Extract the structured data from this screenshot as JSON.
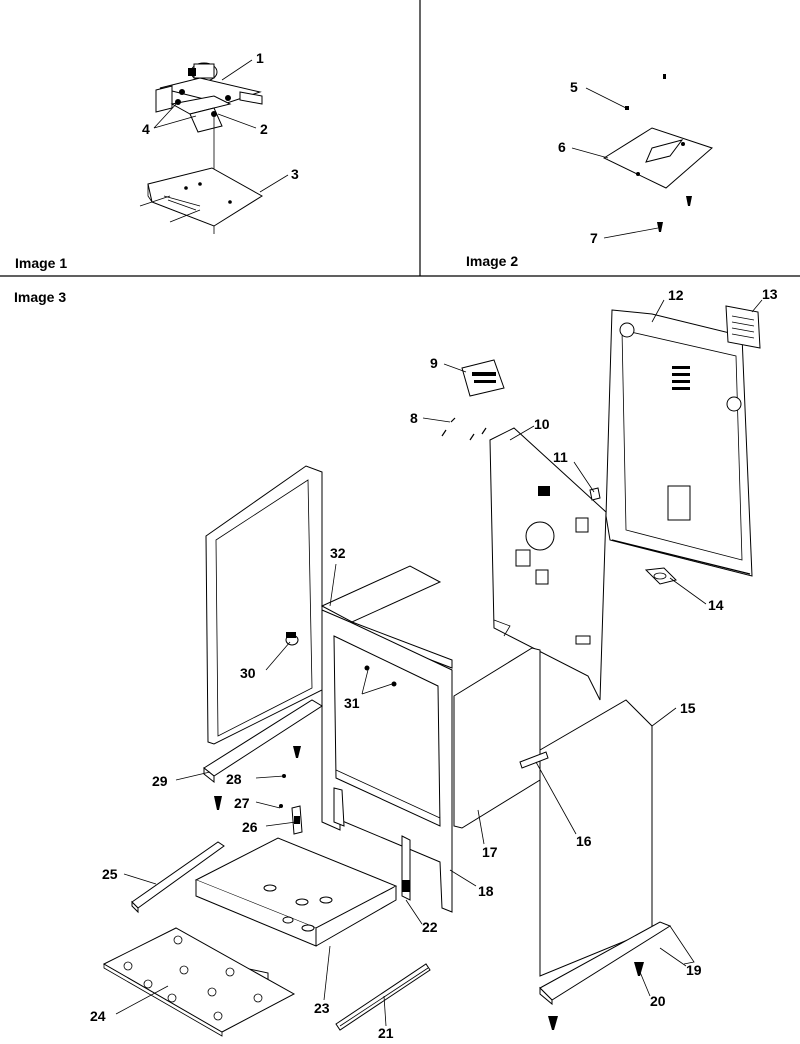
{
  "panels": {
    "p1": "Image 1",
    "p2": "Image 2",
    "p3": "Image 3"
  },
  "callouts": {
    "c1": "1",
    "c2": "2",
    "c3": "3",
    "c4": "4",
    "c5": "5",
    "c6": "6",
    "c7": "7",
    "c8": "8",
    "c9": "9",
    "c10": "10",
    "c11": "11",
    "c12": "12",
    "c13": "13",
    "c14": "14",
    "c15": "15",
    "c16": "16",
    "c17": "17",
    "c18": "18",
    "c19": "19",
    "c20": "20",
    "c21": "21",
    "c22": "22",
    "c23": "23",
    "c24": "24",
    "c25": "25",
    "c26": "26",
    "c27": "27",
    "c28": "28",
    "c29": "29",
    "c30": "30",
    "c31": "31",
    "c32": "32"
  }
}
